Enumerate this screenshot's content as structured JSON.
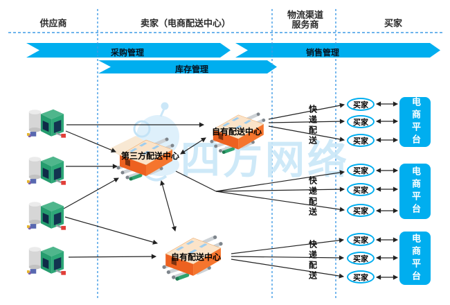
{
  "header": {
    "columns": [
      {
        "label": "供应商"
      },
      {
        "label": "卖家（电商配送中心）"
      },
      {
        "label_line1": "物流渠道",
        "label_line2": "服务商"
      },
      {
        "label": "买家"
      }
    ]
  },
  "banners": {
    "procurement": "采购管理",
    "sales": "销售管理",
    "inventory": "库存管理"
  },
  "suppliers": {
    "icon": "factory-icon",
    "count": 4
  },
  "distribution_centers": {
    "third_party": "第三方配送中心",
    "own_top": "自有配送中心",
    "own_bottom": "自有配送中心"
  },
  "delivery_groups": [
    {
      "delivery": "快递配送",
      "buyers": [
        "买家",
        "买家",
        "买家"
      ],
      "platform": "电商平台"
    },
    {
      "delivery": "快递配送",
      "buyers": [
        "买家",
        "买家",
        "买家"
      ],
      "platform": "电商平台"
    },
    {
      "delivery": "快递配送",
      "buyers": [
        "买家",
        "买家",
        "买家"
      ],
      "platform": "电商平台"
    }
  ],
  "watermark": "四方网络",
  "colors": {
    "accent_cyan": "#00AEEF",
    "dashed_blue": "#3E9BE5",
    "arrow_black": "#222222",
    "factory_green": "#2EA878",
    "warehouse_orange": "#F5752E",
    "watermark_blue": "#C9E7F8"
  }
}
